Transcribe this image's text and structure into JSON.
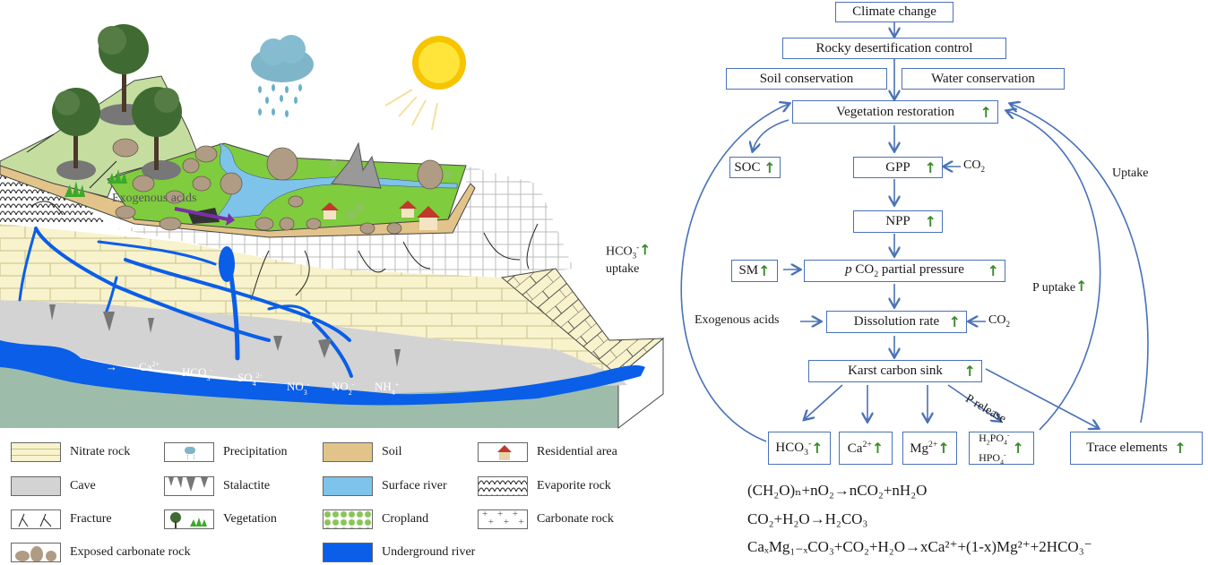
{
  "illustration": {
    "exogenous_label": "Exogenous acids",
    "river_flow_arrow": "→",
    "ions": [
      "Ca",
      "HCO",
      "SO",
      "NO",
      "NO",
      "NH"
    ],
    "ion_display": [
      {
        "base": "Ca",
        "sub": "",
        "sup": "2+"
      },
      {
        "base": "HCO",
        "sub": "3",
        "sup": "-"
      },
      {
        "base": "SO",
        "sub": "4",
        "sup": "2-"
      },
      {
        "base": "NO",
        "sub": "3",
        "sup": "-"
      },
      {
        "base": "NO",
        "sub": "2",
        "sup": "-"
      },
      {
        "base": "NH",
        "sub": "4",
        "sup": "+"
      }
    ],
    "colors": {
      "sky": "#ffffff",
      "grass": "#7fcc3f",
      "meadow": "#c5dea0",
      "soil": "#e2c48a",
      "surface_river": "#7ec3ea",
      "underground_river": "#0a5ee8",
      "nitrate_rock": "#f8f3cc",
      "cave": "#d3d3d3",
      "bedrock": "#9dbcaa",
      "sun": "#ffd000",
      "cloud": "#7fb5c8"
    }
  },
  "legend": [
    {
      "id": "nitrate-rock",
      "label": "Nitrate rock"
    },
    {
      "id": "precipitation",
      "label": "Precipitation"
    },
    {
      "id": "soil",
      "label": "Soil"
    },
    {
      "id": "residential-area",
      "label": "Residential area"
    },
    {
      "id": "cave",
      "label": "Cave"
    },
    {
      "id": "stalactite",
      "label": "Stalactite"
    },
    {
      "id": "surface-river",
      "label": "Surface river"
    },
    {
      "id": "evaporite-rock",
      "label": "Evaporite rock"
    },
    {
      "id": "fracture",
      "label": "Fracture"
    },
    {
      "id": "vegetation",
      "label": "Vegetation"
    },
    {
      "id": "cropland",
      "label": "Cropland"
    },
    {
      "id": "carbonate-rock",
      "label": "Carbonate rock"
    },
    {
      "id": "exposed-carbonate-rock",
      "label": "Exposed carbonate rock"
    },
    {
      "id": "underground-river",
      "label": "Underground river"
    }
  ],
  "flowchart": {
    "up_arrow": "🡑",
    "nodes": {
      "climate": "Climate change",
      "rocky": "Rocky desertification control",
      "soil_cons": "Soil conservation",
      "water_cons": "Water conservation",
      "veg": "Vegetation restoration",
      "soc": "SOC",
      "gpp": "GPP",
      "npp": "NPP",
      "sm": "SM",
      "pco2_p": "p",
      "pco2_rest": " partial pressure",
      "dissolution": "Dissolution rate",
      "karst": "Karst carbon sink",
      "hco3": "HCO",
      "ca": "Ca",
      "mg": "Mg",
      "h2po4": "H",
      "hpo4": "HPO",
      "trace": "Trace elements"
    },
    "labels": {
      "co2": "CO",
      "exogenous": "Exogenous acids",
      "hco3_uptake_line1": "HCO",
      "hco3_uptake_line2": "uptake",
      "uptake": "Uptake",
      "p_uptake": "P uptake",
      "p_release": "P release"
    },
    "line_color": "#4a72b8",
    "arrow_color": "#3a8a2a"
  },
  "equations": [
    "(CH₂O)ₙ+nO₂→nCO₂+nH₂O",
    "CO₂+H₂O→H₂CO₃",
    "CaₓMg₁₋ₓCO₃+CO₂+H₂O→xCa²⁺+(1-x)Mg²⁺+2HCO₃⁻"
  ]
}
